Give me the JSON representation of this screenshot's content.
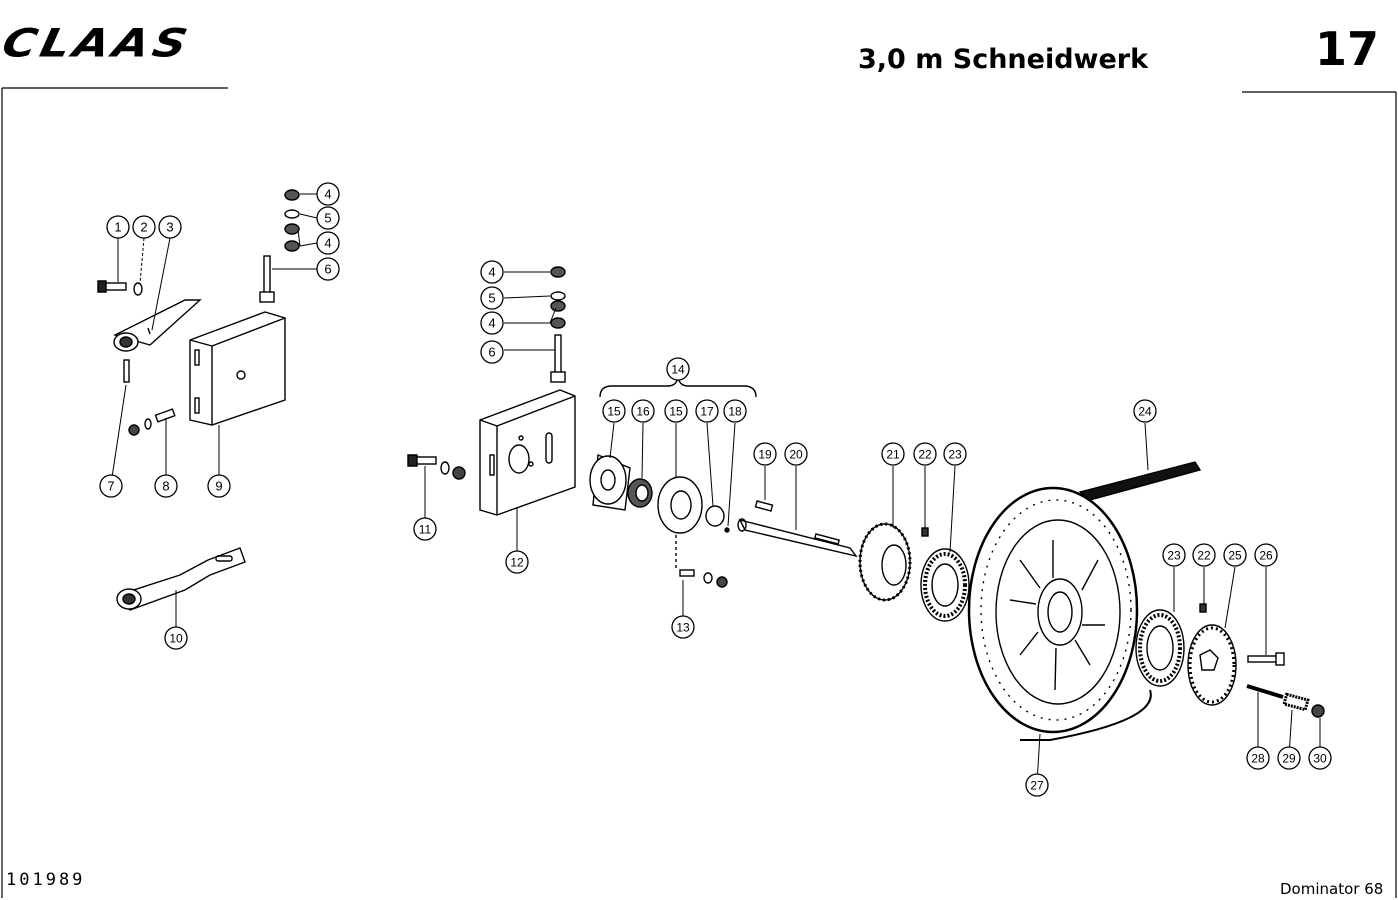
{
  "header": {
    "logo": "CLAAS",
    "title": "3,0 m Schneidwerk",
    "page_number": "17"
  },
  "footer": {
    "document_number": "101989",
    "model": "Dominator 68"
  },
  "callouts": [
    {
      "id": "c1",
      "label": "1"
    },
    {
      "id": "c2",
      "label": "2"
    },
    {
      "id": "c3",
      "label": "3"
    },
    {
      "id": "c4a",
      "label": "4"
    },
    {
      "id": "c5a",
      "label": "5"
    },
    {
      "id": "c4b",
      "label": "4"
    },
    {
      "id": "c6a",
      "label": "6"
    },
    {
      "id": "c7",
      "label": "7"
    },
    {
      "id": "c8",
      "label": "8"
    },
    {
      "id": "c9",
      "label": "9"
    },
    {
      "id": "c10",
      "label": "10"
    },
    {
      "id": "c4c",
      "label": "4"
    },
    {
      "id": "c5b",
      "label": "5"
    },
    {
      "id": "c4d",
      "label": "4"
    },
    {
      "id": "c6b",
      "label": "6"
    },
    {
      "id": "c11",
      "label": "11"
    },
    {
      "id": "c12",
      "label": "12"
    },
    {
      "id": "c14",
      "label": "14"
    },
    {
      "id": "c15a",
      "label": "15"
    },
    {
      "id": "c16",
      "label": "16"
    },
    {
      "id": "c15b",
      "label": "15"
    },
    {
      "id": "c17",
      "label": "17"
    },
    {
      "id": "c18",
      "label": "18"
    },
    {
      "id": "c13",
      "label": "13"
    },
    {
      "id": "c19",
      "label": "19"
    },
    {
      "id": "c20",
      "label": "20"
    },
    {
      "id": "c21",
      "label": "21"
    },
    {
      "id": "c22a",
      "label": "22"
    },
    {
      "id": "c23a",
      "label": "23"
    },
    {
      "id": "c24",
      "label": "24"
    },
    {
      "id": "c23b",
      "label": "23"
    },
    {
      "id": "c22b",
      "label": "22"
    },
    {
      "id": "c25",
      "label": "25"
    },
    {
      "id": "c26",
      "label": "26"
    },
    {
      "id": "c27",
      "label": "27"
    },
    {
      "id": "c28",
      "label": "28"
    },
    {
      "id": "c29",
      "label": "29"
    },
    {
      "id": "c30",
      "label": "30"
    }
  ]
}
